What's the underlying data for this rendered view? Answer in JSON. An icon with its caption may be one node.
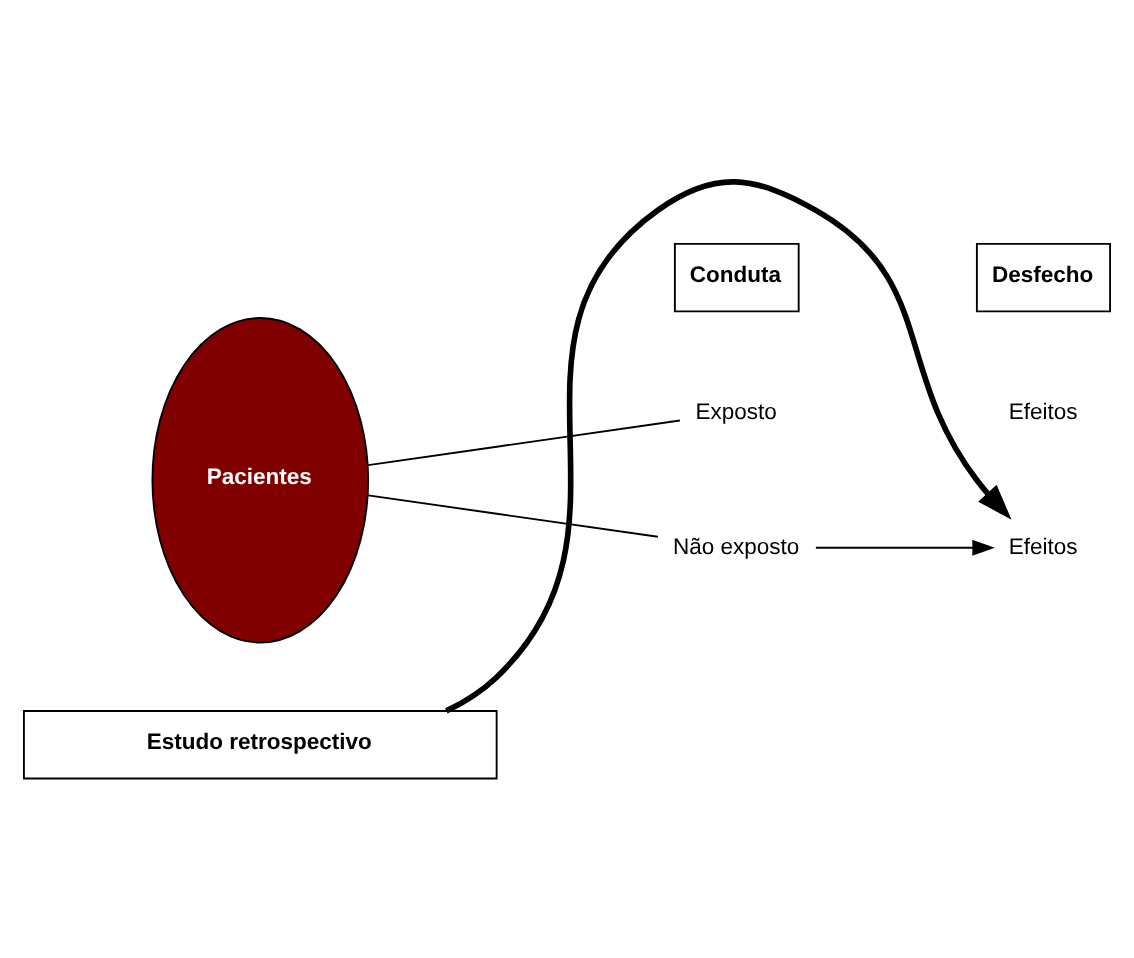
{
  "diagram": {
    "nodes": [
      {
        "text": [
          "Pacientes"
        ]
      },
      {
        "text": [
          "Conduta"
        ]
      },
      {
        "text": [
          "Desfecho"
        ]
      },
      {
        "text": [
          "Exposto"
        ]
      },
      {
        "text": [
          "Efeitos"
        ]
      },
      {
        "text": [
          "Não exposto"
        ]
      },
      {
        "text": [
          "Efeitos"
        ]
      },
      {
        "text": [
          "Estudo retrospectivo"
        ]
      }
    ],
    "edges": [
      {
        "from": 0,
        "to": 3,
        "arrow": "none"
      },
      {
        "from": 0,
        "to": 5,
        "arrow": "none"
      },
      {
        "from": 5,
        "to": 6,
        "arrow": "to"
      },
      {
        "from": 7,
        "to": 6,
        "arrow": "to",
        "style": "thick"
      }
    ]
  }
}
